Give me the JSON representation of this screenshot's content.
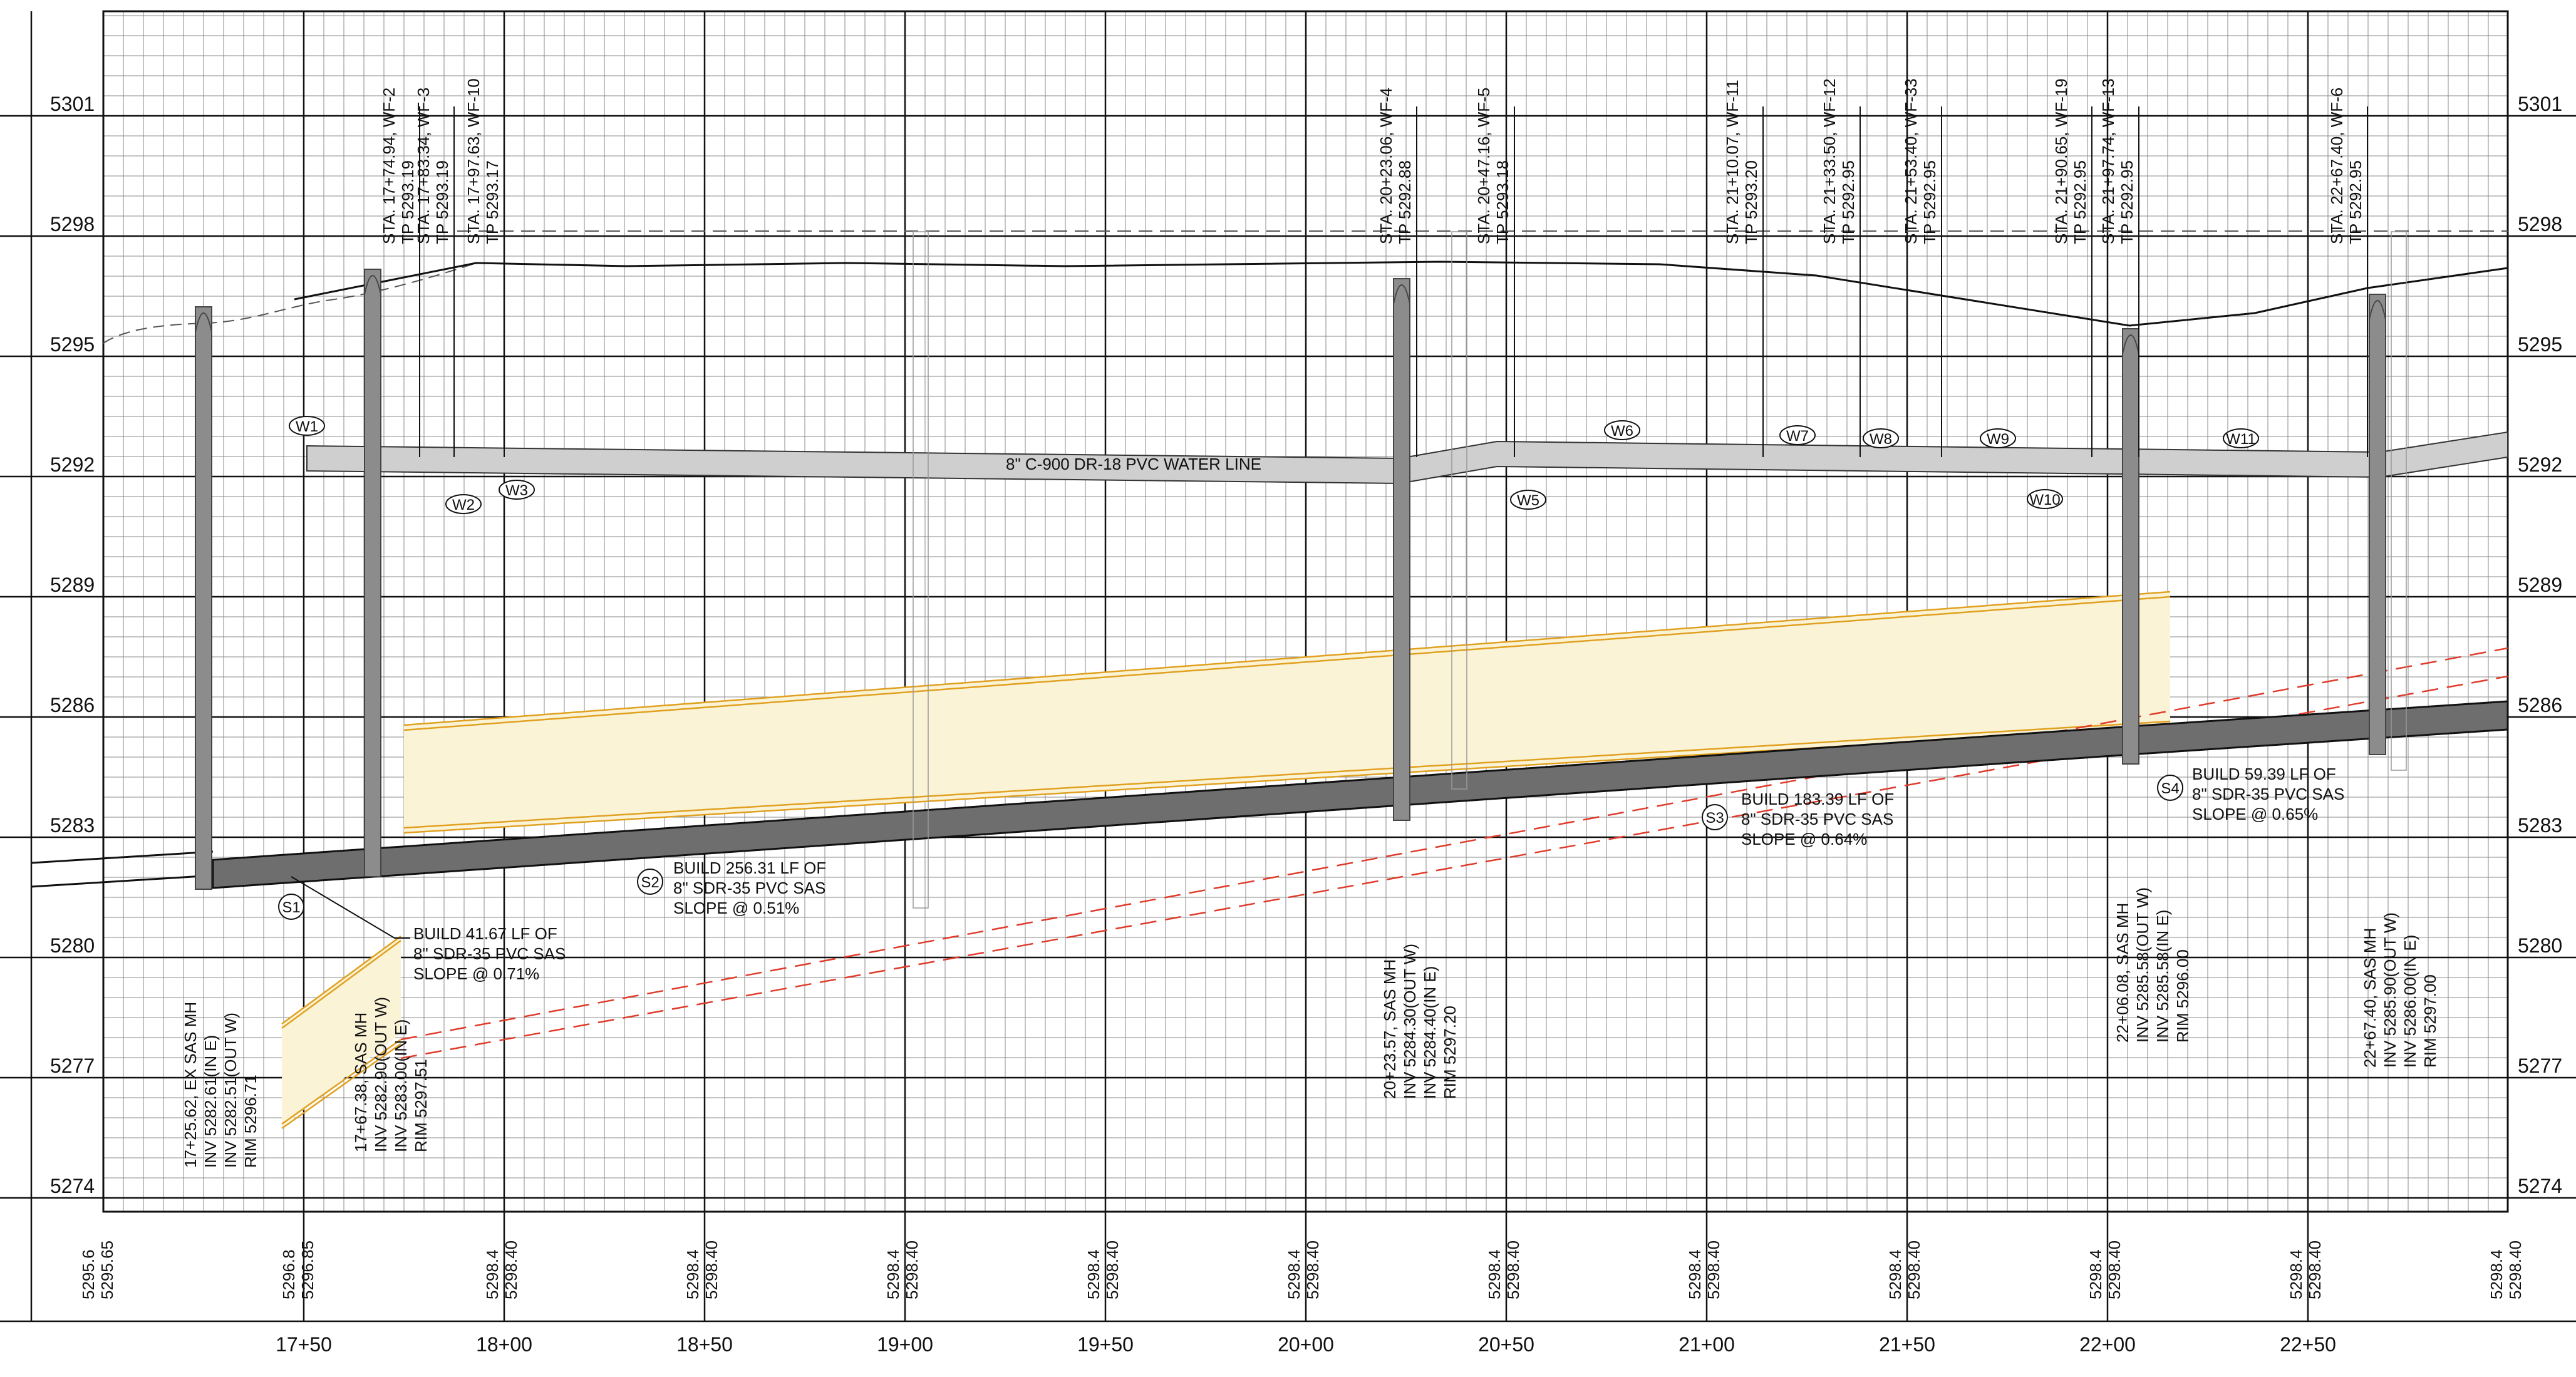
{
  "elevation_labels": [
    "5301",
    "5298",
    "5295",
    "5292",
    "5289",
    "5286",
    "5283",
    "5280",
    "5277",
    "5274"
  ],
  "station_labels": [
    "17+50",
    "18+00",
    "18+50",
    "19+00",
    "19+50",
    "20+00",
    "20+50",
    "21+00",
    "21+50",
    "22+00",
    "22+50"
  ],
  "grade_labels": [
    {
      "a": "5295.6",
      "b": "5295.65"
    },
    {
      "a": "5296.8",
      "b": "5296.85"
    },
    {
      "a": "5298.4",
      "b": "5298.40"
    },
    {
      "a": "5298.4",
      "b": "5298.40"
    },
    {
      "a": "5298.4",
      "b": "5298.40"
    },
    {
      "a": "5298.4",
      "b": "5298.40"
    },
    {
      "a": "5298.4",
      "b": "5298.40"
    },
    {
      "a": "5298.4",
      "b": "5298.40"
    },
    {
      "a": "5298.4",
      "b": "5298.40"
    },
    {
      "a": "5298.4",
      "b": "5298.40"
    },
    {
      "a": "5298.4",
      "b": "5298.40"
    },
    {
      "a": "5298.4",
      "b": "5298.40"
    },
    {
      "a": "5298.4",
      "b": "5298.40"
    }
  ],
  "water_line_label": "8\" C-900 DR-18 PVC WATER LINE",
  "water_tags": [
    "W1",
    "W2",
    "W3",
    "W5",
    "W6",
    "W7",
    "W8",
    "W9",
    "W10",
    "W11"
  ],
  "sewer_tags": [
    "S1",
    "S2",
    "S3",
    "S4"
  ],
  "water_callouts": [
    {
      "l1": "STA. 17+74.94, WF-2",
      "l2": "TP 5293.19"
    },
    {
      "l1": "STA. 17+83.34, WF-3",
      "l2": "TP 5293.19"
    },
    {
      "l1": "STA. 17+97.63, WF-10",
      "l2": "TP 5293.17"
    },
    {
      "l1": "STA. 20+23.06, WF-4",
      "l2": "TP 5292.88"
    },
    {
      "l1": "STA. 20+47.16, WF-5",
      "l2": "TP 5293.18"
    },
    {
      "l1": "STA. 21+10.07, WF-11",
      "l2": "TP 5293.20"
    },
    {
      "l1": "STA. 21+33.50, WF-12",
      "l2": "TP 5292.95"
    },
    {
      "l1": "STA. 21+53.40, WF-33",
      "l2": "TP 5292.95"
    },
    {
      "l1": "STA. 21+90.65, WF-19",
      "l2": "TP 5292.95"
    },
    {
      "l1": "STA. 21+97.74, WF-13",
      "l2": "TP 5292.95"
    },
    {
      "l1": "STA. 22+67.40, WF-6",
      "l2": "TP 5292.95"
    }
  ],
  "manholes": [
    {
      "lines": [
        "17+25.62, EX SAS MH",
        "INV 5282.61(IN E)",
        "INV 5282.51(OUT W)",
        "RIM 5296.71"
      ]
    },
    {
      "lines": [
        "17+67.38, SAS MH",
        "INV 5282.90(OUT W)",
        "INV 5283.00(IN E)",
        "RIM 5297.51"
      ]
    },
    {
      "lines": [
        "20+23.57, SAS MH",
        "INV 5284.30(OUT W)",
        "INV 5284.40(IN E)",
        "RIM 5297.20"
      ]
    },
    {
      "lines": [
        "22+06.08, SAS MH",
        "INV 5285.58(OUT W)",
        "INV 5285.58(IN E)",
        "RIM 5296.00"
      ]
    },
    {
      "lines": [
        "22+67.40, SAS MH",
        "INV 5285.90(OUT W)",
        "INV 5286.00(IN E)",
        "RIM 5297.00"
      ]
    }
  ],
  "sewer_notes": [
    {
      "lines": [
        "BUILD 41.67 LF OF",
        "8\" SDR-35 PVC SAS",
        "SLOPE @ 0.71%"
      ]
    },
    {
      "lines": [
        "BUILD 256.31 LF OF",
        "8\" SDR-35 PVC SAS",
        "SLOPE @ 0.51%"
      ]
    },
    {
      "lines": [
        "BUILD 183.39 LF OF",
        "8\" SDR-35 PVC SAS",
        "SLOPE @ 0.64%"
      ]
    },
    {
      "lines": [
        "BUILD 59.39 LF OF",
        "8\" SDR-35 PVC SAS",
        "SLOPE @ 0.65%"
      ]
    }
  ],
  "colors": {
    "grid_minor": "#8a8a8a",
    "grid_major": "#111111",
    "pipe_fill": "#6e6e6e",
    "water_fill": "#cfcfcf",
    "yellow_line": "#e0a020",
    "yellow_fill": "#fbf3d6",
    "red_dash": "#e03a2a",
    "manhole": "#8c8c8c"
  }
}
